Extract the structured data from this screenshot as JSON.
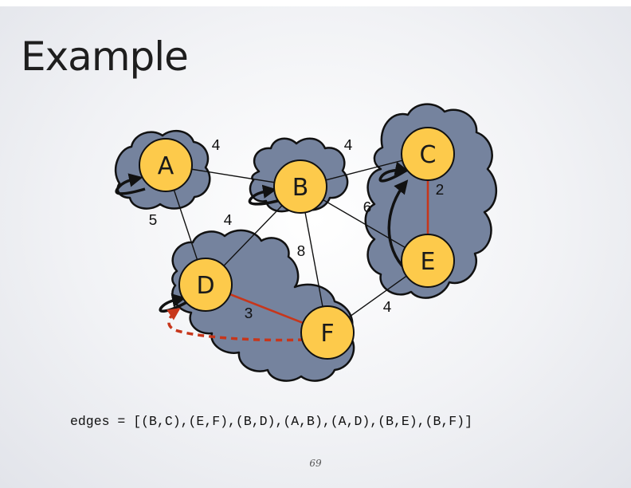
{
  "slide": {
    "title": "Example",
    "page_number": "69"
  },
  "graph": {
    "nodes": [
      "A",
      "B",
      "C",
      "D",
      "E",
      "F"
    ],
    "edges": [
      {
        "from": "A",
        "to": "B",
        "weight": "4"
      },
      {
        "from": "A",
        "to": "D",
        "weight": "5"
      },
      {
        "from": "B",
        "to": "C",
        "weight": "4"
      },
      {
        "from": "B",
        "to": "D",
        "weight": "4"
      },
      {
        "from": "B",
        "to": "E",
        "weight": "6"
      },
      {
        "from": "B",
        "to": "F",
        "weight": "8"
      },
      {
        "from": "C",
        "to": "E",
        "weight": "2",
        "highlight": true
      },
      {
        "from": "D",
        "to": "F",
        "weight": "3",
        "highlight": true
      },
      {
        "from": "E",
        "to": "F",
        "weight": "4"
      }
    ],
    "colors": {
      "node_fill": "#fdca4b",
      "cloud_fill": "#75839e",
      "edge": "#111111",
      "highlight_edge": "#c7361b"
    }
  },
  "edge_list_text": "edges = [(B,C),(E,F),(B,D),(A,B),(A,D),(B,E),(B,F)]"
}
